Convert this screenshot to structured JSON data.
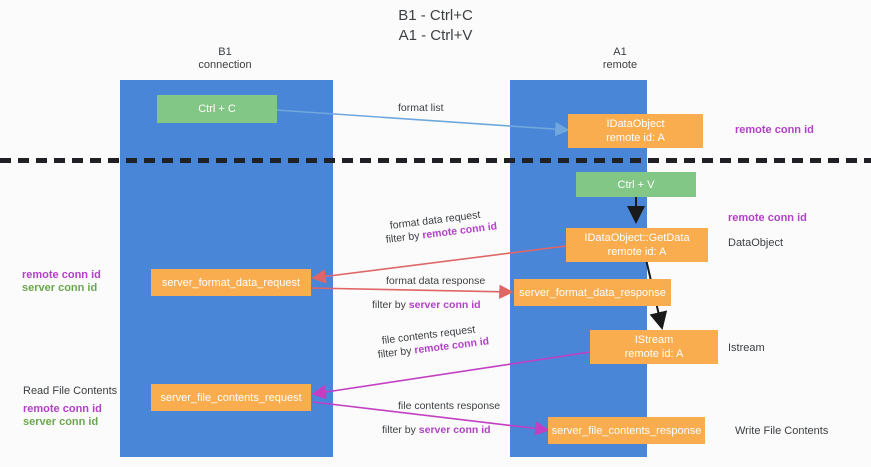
{
  "title": "B1 - Ctrl+C\nA1 - Ctrl+V",
  "lanes": [
    {
      "name": "b1",
      "label": "B1\nconnection"
    },
    {
      "name": "a1",
      "label": "A1\nremote"
    }
  ],
  "nodes": [
    {
      "id": "ctrl-c",
      "label": "Ctrl + C",
      "color": "green"
    },
    {
      "id": "idataobject",
      "label": "IDataObject\nremote id: A",
      "color": "orange"
    },
    {
      "id": "ctrl-v",
      "label": "Ctrl + V",
      "color": "green"
    },
    {
      "id": "idataobject-getdata",
      "label": "IDataObject::GetData\nremote id: A",
      "color": "orange"
    },
    {
      "id": "server-format-data-request",
      "label": "server_format_data_request",
      "color": "orange"
    },
    {
      "id": "server-format-data-response",
      "label": "server_format_data_response",
      "color": "orange"
    },
    {
      "id": "istream",
      "label": "IStream\nremote id: A",
      "color": "orange"
    },
    {
      "id": "server-file-contents-request",
      "label": "server_file_contents_request",
      "color": "orange"
    },
    {
      "id": "server-file-contents-response",
      "label": "server_file_contents_response",
      "color": "orange"
    }
  ],
  "edge_labels": {
    "format_list": "format list",
    "format_data_request": "format data request",
    "format_data_request_filter_prefix": "filter by ",
    "format_data_request_filter_value": "remote conn id",
    "format_data_response": "format data response",
    "format_data_response_filter_prefix": "filter by ",
    "format_data_response_filter_value": "server conn id",
    "file_contents_request": "file contents request",
    "file_contents_request_filter_prefix": "filter by ",
    "file_contents_request_filter_value": "remote conn id",
    "file_contents_response": "file contents response",
    "file_contents_response_filter_prefix": "filter by ",
    "file_contents_response_filter_value": "server conn id"
  },
  "side_labels": {
    "right_remote_conn_id_top": "remote conn id",
    "right_remote_conn_id_mid": "remote conn id",
    "right_dataobject": "DataObject",
    "right_istream": "Istream",
    "right_write_file_contents": "Write File Contents",
    "left_remote_conn_id_mid": "remote conn id",
    "left_server_conn_id_mid": "server conn id",
    "left_read_file_contents": "Read File Contents",
    "left_remote_conn_id_bottom": "remote conn id",
    "left_server_conn_id_bottom": "server conn id"
  },
  "colors": {
    "lane": "#4a86d8",
    "green_box": "#82c785",
    "orange_box": "#f9ad4e",
    "purple_text": "#b340c9",
    "green_text": "#6aa84f",
    "arrow_blue": "#6fa8dc",
    "arrow_red": "#e06666",
    "arrow_magenta": "#c23fc2",
    "arrow_black": "#000000",
    "divider": "#202124"
  }
}
